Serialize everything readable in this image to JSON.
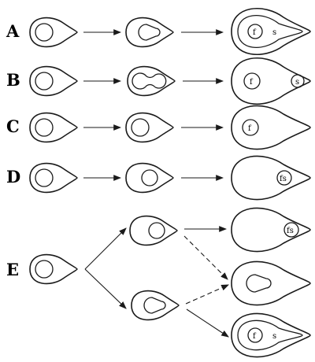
{
  "rows": {
    "A": {
      "label": "A",
      "final_labels": [
        "f",
        "s"
      ]
    },
    "B": {
      "label": "B",
      "final_labels": [
        "f",
        "s"
      ]
    },
    "C": {
      "label": "C",
      "final_labels": [
        "f"
      ]
    },
    "D": {
      "label": "D",
      "final_labels": [
        "fs"
      ]
    },
    "E": {
      "label": "E",
      "final_labels": [
        "fs",
        "f",
        "s"
      ]
    }
  },
  "colors": {
    "stroke": "#1a1a1a",
    "background": "#ffffff"
  },
  "icons": [
    "egg-cell-shape",
    "nucleus-circle",
    "arrow-head"
  ]
}
